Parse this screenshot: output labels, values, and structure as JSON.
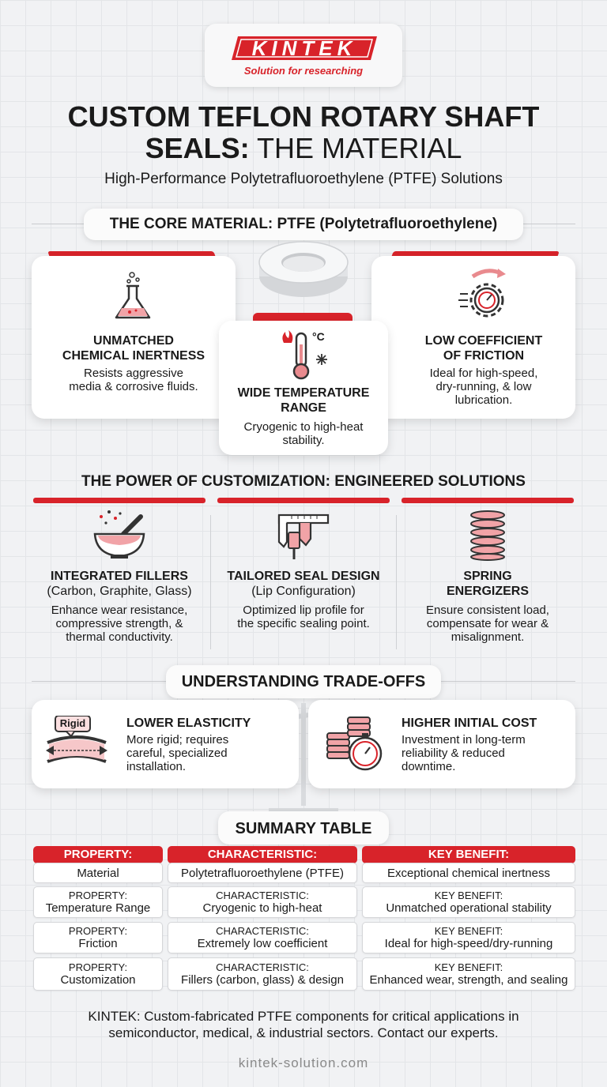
{
  "brand": {
    "logo_text": "KINTEK",
    "tagline": "Solution for researching"
  },
  "header": {
    "title_line1": "CUSTOM TEFLON ROTARY SHAFT",
    "title_line2_bold": "SEALS:",
    "title_line2_rest": " THE MATERIAL",
    "subtitle": "High-Performance Polytetrafluoroethylene (PTFE) Solutions"
  },
  "core": {
    "heading": "THE CORE MATERIAL: PTFE (Polytetrafluoroethylene)",
    "cards": [
      {
        "title1": "UNMATCHED",
        "title2": "CHEMICAL INERTNESS",
        "desc1": "Resists aggressive",
        "desc2": "media & corrosive fluids.",
        "icon": "flask-icon"
      },
      {
        "title1": "WIDE TEMPERATURE",
        "title2": "RANGE",
        "desc1": "Cryogenic to high-heat",
        "desc2": "stability.",
        "icon": "thermometer-icon"
      },
      {
        "title1": "LOW COEFFICIENT",
        "title2": "OF FRICTION",
        "desc1": "Ideal for high-speed,",
        "desc2": "dry-running, & low",
        "desc3": "lubrication.",
        "icon": "gear-gauge-icon"
      }
    ],
    "temp_unit": "°C"
  },
  "custom": {
    "heading": "THE POWER OF CUSTOMIZATION: ENGINEERED SOLUTIONS",
    "cols": [
      {
        "title1": "INTEGRATED FILLERS",
        "title2": "(Carbon, Graphite, Glass)",
        "desc1": "Enhance wear resistance,",
        "desc2": "compressive strength, &",
        "desc3": "thermal conductivity.",
        "icon": "mortar-bowl-icon"
      },
      {
        "title1": "TAILORED SEAL DESIGN",
        "title2": "(Lip Configuration)",
        "desc1": "Optimized lip profile for",
        "desc2": "the specific sealing point.",
        "icon": "caliper-icon"
      },
      {
        "title1": "SPRING",
        "title2": "ENERGIZERS",
        "desc1": "Ensure consistent load,",
        "desc2": "compensate for wear &",
        "desc3": "misalignment.",
        "icon": "spring-icon"
      }
    ]
  },
  "tradeoffs": {
    "heading": "UNDERSTANDING TRADE-OFFS",
    "left": {
      "badge": "Rigid",
      "title": "LOWER ELASTICITY",
      "desc1": "More rigid; requires",
      "desc2": "careful, specialized",
      "desc3": "installation.",
      "icon": "rigid-bend-icon"
    },
    "right": {
      "title": "HIGHER INITIAL COST",
      "desc1": "Investment in long-term",
      "desc2": "reliability & reduced",
      "desc3": "downtime.",
      "icon": "coins-stopwatch-icon"
    }
  },
  "table": {
    "heading": "SUMMARY TABLE",
    "headers": [
      "PROPERTY:",
      "CHARACTERISTIC:",
      "KEY BENEFIT:"
    ],
    "rows": [
      {
        "p_label": "",
        "p": "Material",
        "c_label": "",
        "c": "Polytetrafluoroethylene (PTFE)",
        "b_label": "",
        "b": "Exceptional chemical inertness"
      },
      {
        "p_label": "PROPERTY:",
        "p": "Temperature Range",
        "c_label": "CHARACTERISTIC:",
        "c": "Cryogenic to high-heat",
        "b_label": "KEY BENEFIT:",
        "b": "Unmatched operational stability"
      },
      {
        "p_label": "PROPERTY:",
        "p": "Friction",
        "c_label": "CHARACTERISTIC:",
        "c": "Extremely low coefficient",
        "b_label": "KEY BENEFIT:",
        "b": "Ideal for high-speed/dry-running"
      },
      {
        "p_label": "PROPERTY:",
        "p": "Customization",
        "c_label": "CHARACTERISTIC:",
        "c": "Fillers (carbon, glass) & design",
        "b_label": "KEY BENEFIT:",
        "b": "Enhanced wear, strength, and sealing"
      }
    ]
  },
  "footer": {
    "line1": "KINTEK: Custom-fabricated PTFE components for critical applications in",
    "line2": "semiconductor, medical, & industrial sectors. Contact our experts.",
    "url": "kintek-solution.com"
  },
  "colors": {
    "accent": "#d8232a",
    "dark": "#1a1a1a",
    "muted": "#8a8a8a"
  }
}
